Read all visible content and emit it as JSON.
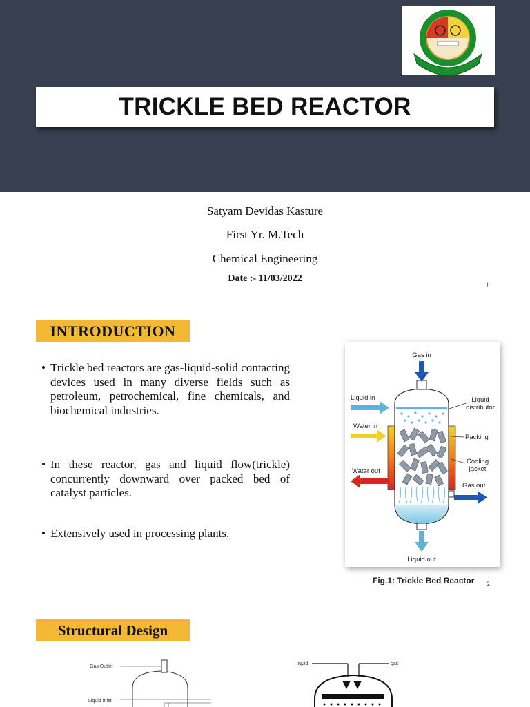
{
  "slide1": {
    "title": "TRICKLE BED REACTOR",
    "author": "Satyam Devidas Kasture",
    "program": "First Yr. M.Tech",
    "department": "Chemical Engineering",
    "date": "Date :- 11/03/2022",
    "page_number": "1"
  },
  "slide2": {
    "heading": "INTRODUCTION",
    "bullets": [
      "Trickle bed reactors are gas-liquid-solid contacting devices used in many diverse fields such as petroleum, petrochemical, fine chemicals, and biochemical industries.",
      "In these reactor, gas and liquid flow(trickle) concurrently downward over packed bed of catalyst particles.",
      "Extensively used in processing plants."
    ],
    "bullet_symbol": "•",
    "figure": {
      "labels": {
        "gas_in": "Gas in",
        "liquid_in": "Liquid in",
        "liquid_distributor_1": "Liquid",
        "liquid_distributor_2": "distributor",
        "water_in": "Water in",
        "packing": "Packing",
        "water_out": "Water out",
        "cooling_jacket_1": "Cooling",
        "cooling_jacket_2": "jacket",
        "gas_out": "Gas out",
        "liquid_out": "Liquid out"
      },
      "caption": "Fig.1: Trickle Bed Reactor"
    },
    "page_number": "2"
  },
  "slide3": {
    "heading": "Structural Design",
    "diagram_labels": {
      "gas_outlet": "Gas Outlet",
      "liquid_inlet": "Liquid Inlet",
      "liquid": "liquid",
      "gas": "gas"
    }
  },
  "colors": {
    "title_bg": "#36404f",
    "heading_bg": "#f5b834",
    "gas_arrow": "#1f57b5",
    "liquid_arrow": "#5fb3d6",
    "water_in_arrow": "#f2d024",
    "water_out_arrow": "#d7261e"
  }
}
